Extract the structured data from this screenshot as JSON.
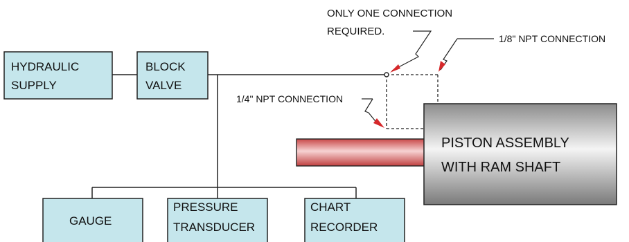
{
  "boxes": {
    "hydraulic_supply": [
      "HYDRAULIC",
      "SUPPLY"
    ],
    "block_valve": [
      "BLOCK",
      "VALVE"
    ],
    "gauge": [
      "GAUGE"
    ],
    "pressure_transducer": [
      "PRESSURE",
      "TRANSDUCER"
    ],
    "chart_recorder": [
      "CHART",
      "RECORDER"
    ],
    "piston_assembly": [
      "PISTON ASSEMBLY",
      "WITH RAM SHAFT"
    ]
  },
  "callouts": {
    "only_one": [
      "ONLY ONE CONNECTION",
      "REQUIRED."
    ],
    "eighth_npt": "1/8\" NPT CONNECTION",
    "quarter_npt": "1/4\" NPT CONNECTION"
  },
  "colors": {
    "box_fill": "#c5e6ec",
    "arrow_red": "#d6282a",
    "ram_shaft": "#e06b6b"
  }
}
